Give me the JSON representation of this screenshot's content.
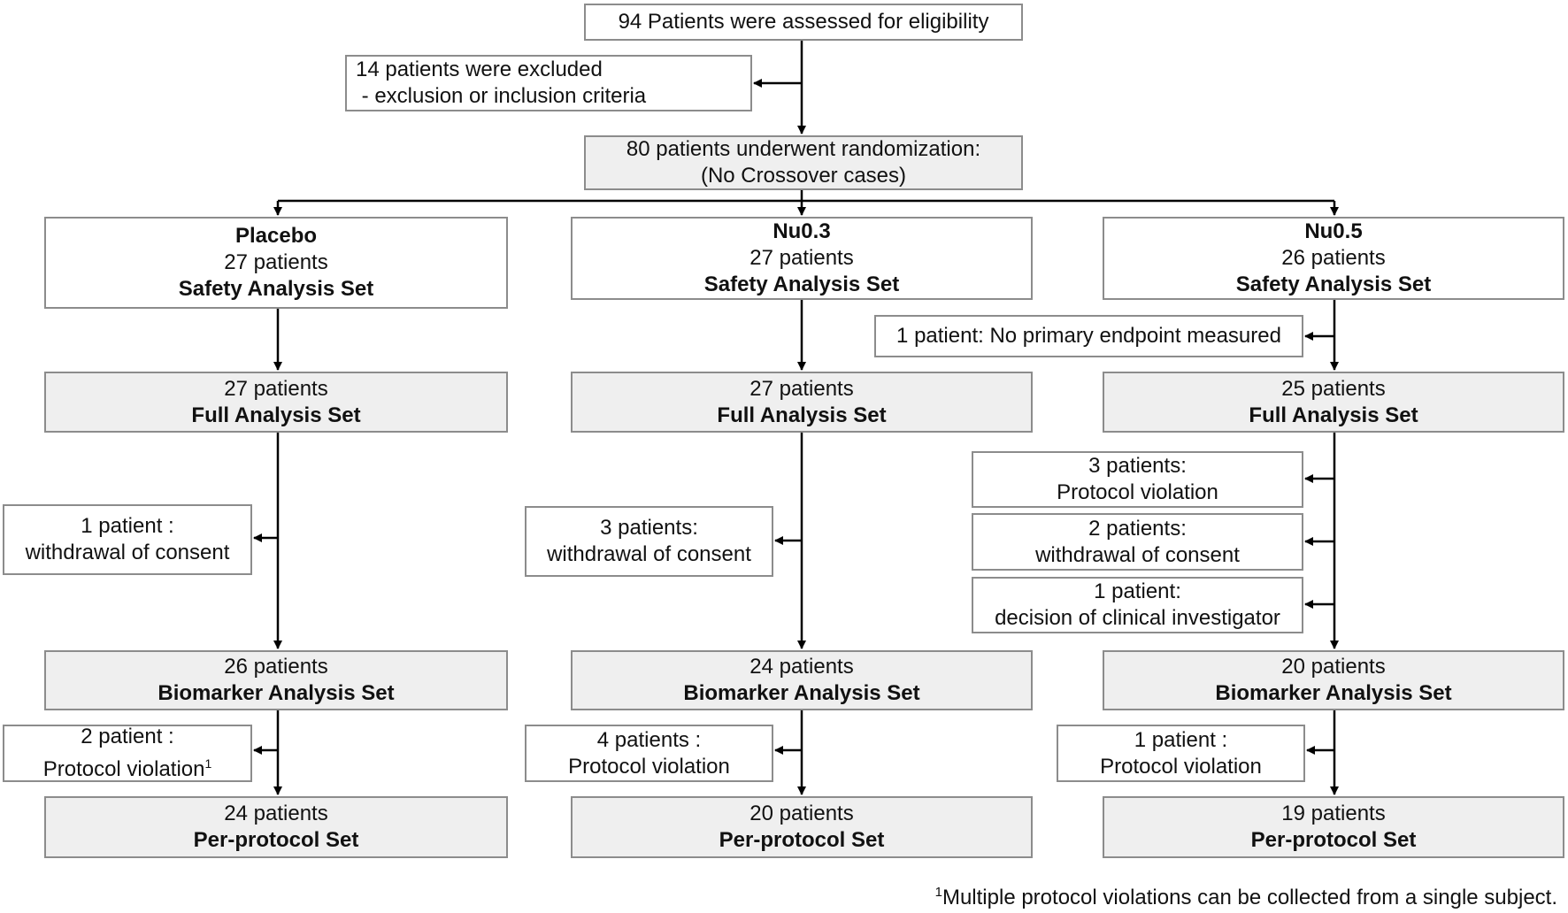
{
  "assessed": "94 Patients were assessed for eligibility",
  "excluded": {
    "line1": "14 patients were excluded",
    "line2": " - exclusion or inclusion criteria"
  },
  "randomized": {
    "line1": "80 patients underwent randomization:",
    "line2": "(No Crossover cases)"
  },
  "arms": [
    {
      "name": "Placebo",
      "safety": {
        "count": "27 patients",
        "label": "Safety Analysis Set"
      },
      "full": {
        "count": "27 patients",
        "label": "Full Analysis Set"
      },
      "exclusion_full_to_bio": [
        {
          "line1": "1 patient :",
          "line2": "withdrawal of consent"
        }
      ],
      "biomarker": {
        "count": "26 patients",
        "label": "Biomarker Analysis Set"
      },
      "exclusion_bio_to_pp": {
        "line1": "2 patient :",
        "line2": "Protocol violation",
        "sup": "1"
      },
      "perprotocol": {
        "count": "24 patients",
        "label": "Per-protocol Set"
      }
    },
    {
      "name": "Nu0.3",
      "safety": {
        "count": "27 patients",
        "label": "Safety Analysis Set"
      },
      "full": {
        "count": "27 patients",
        "label": "Full Analysis Set"
      },
      "exclusion_full_to_bio": [
        {
          "line1": "3 patients:",
          "line2": "withdrawal of consent"
        }
      ],
      "biomarker": {
        "count": "24 patients",
        "label": "Biomarker Analysis Set"
      },
      "exclusion_bio_to_pp": {
        "line1": "4 patients :",
        "line2": "Protocol violation"
      },
      "perprotocol": {
        "count": "20 patients",
        "label": "Per-protocol Set"
      }
    },
    {
      "name": "Nu0.5",
      "safety": {
        "count": "26 patients",
        "label": "Safety Analysis Set"
      },
      "exclusion_safety_to_full": "1 patient: No primary endpoint measured",
      "full": {
        "count": "25 patients",
        "label": "Full Analysis Set"
      },
      "exclusion_full_to_bio": [
        {
          "line1": "3 patients:",
          "line2": "Protocol violation"
        },
        {
          "line1": "2 patients:",
          "line2": "withdrawal of consent"
        },
        {
          "line1": "1 patient:",
          "line2": "decision of clinical investigator"
        }
      ],
      "biomarker": {
        "count": "20 patients",
        "label": "Biomarker Analysis Set"
      },
      "exclusion_bio_to_pp": {
        "line1": "1 patient :",
        "line2": "Protocol violation"
      },
      "perprotocol": {
        "count": "19 patients",
        "label": "Per-protocol Set"
      }
    }
  ],
  "footnote": {
    "sup": "1",
    "text": "Multiple protocol violations can be collected from a single subject."
  }
}
